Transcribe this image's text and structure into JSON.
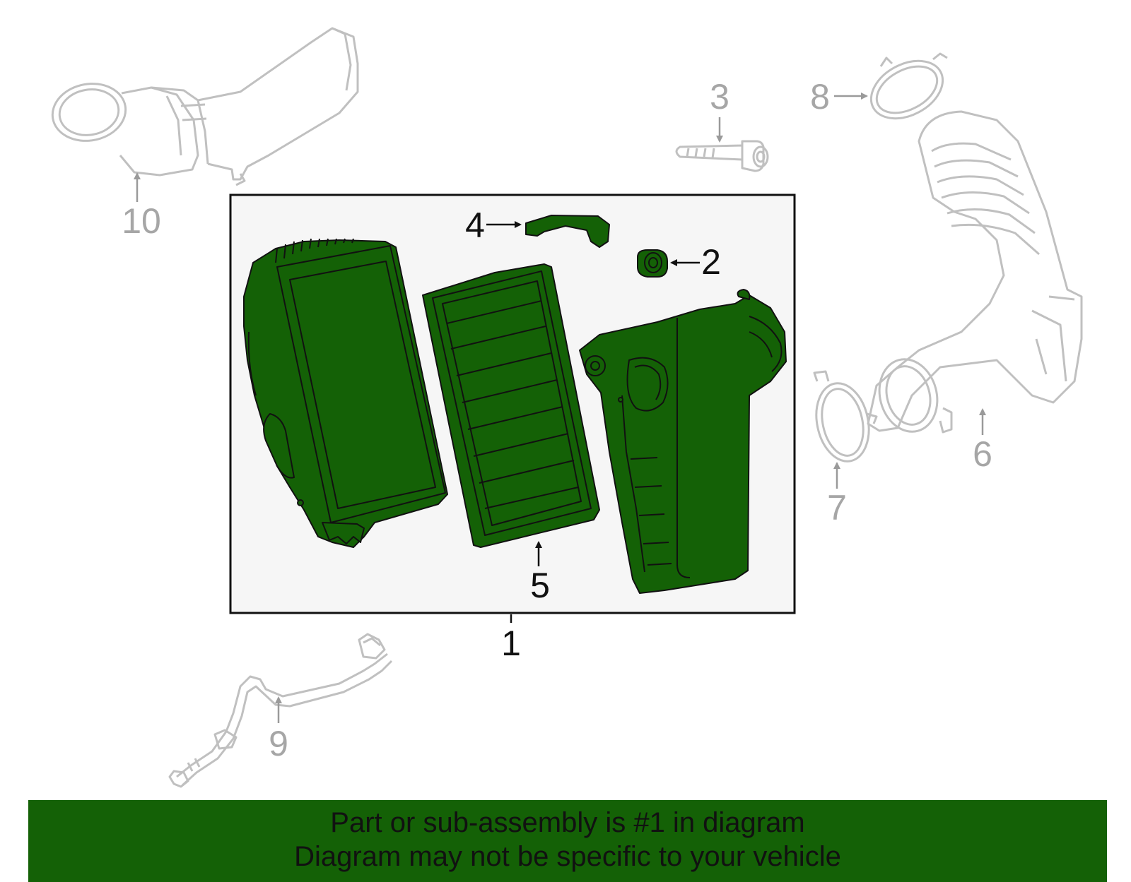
{
  "callouts": {
    "c1": "1",
    "c2": "2",
    "c3": "3",
    "c4": "4",
    "c5": "5",
    "c6": "6",
    "c7": "7",
    "c8": "8",
    "c9": "9",
    "c10": "10"
  },
  "banner": {
    "line1": "Part or sub-assembly is #1 in diagram",
    "line2": "Diagram may not be specific to your vehicle"
  },
  "colors": {
    "highlight_part": "#146106",
    "banner_background": "#146106",
    "other_parts_outline": "#c0c0c0",
    "assembly_box_fill": "#f6f6f6"
  }
}
